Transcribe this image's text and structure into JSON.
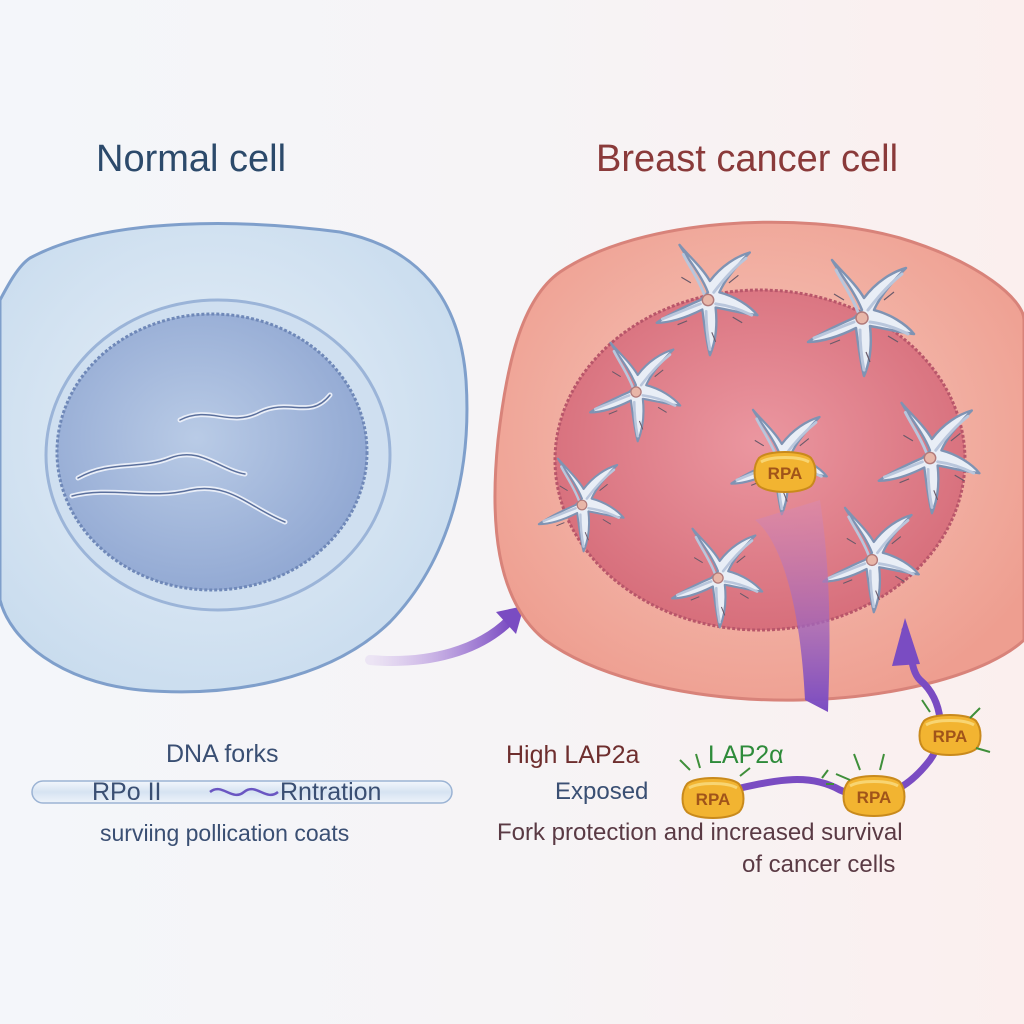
{
  "titles": {
    "normal": "Normal cell",
    "cancer": "Breast cancer cell"
  },
  "labels": {
    "dna_forks": "DNA forks",
    "rpa_ii": "RPo  II",
    "rntration": "Rntration",
    "surviving": "surviing pollication coats",
    "high_lap2a": "High LAP2a",
    "lap2a_green": "LAP2α",
    "exposed": "Exposed",
    "fork_protection": "Fork protection and increased survival",
    "of_cancer_cells": "of cancer cells"
  },
  "rpa": {
    "center": "RPA",
    "fork_1": "RPA",
    "fork_2": "RPA",
    "fork_3": "RPA"
  },
  "colors": {
    "normal_cell": "#d7e6f3",
    "normal_nucleus": "#a9bedf",
    "cancer_cell": "#f4b8ab",
    "cancer_nucleus": "#e4808a",
    "arrow": "#8a5cc4",
    "rpa": "#f2b431",
    "lap2a": "#7a4cc2"
  }
}
